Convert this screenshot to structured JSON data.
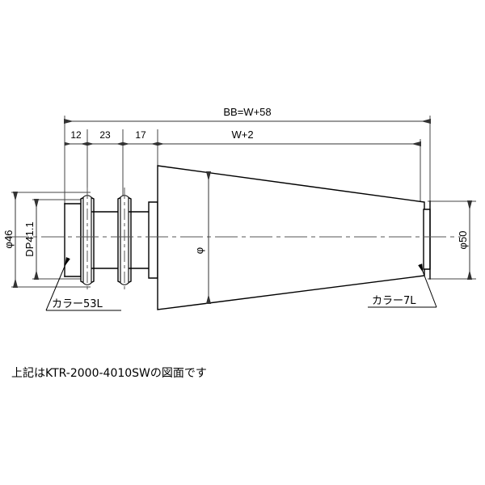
{
  "document": {
    "type": "technical-drawing",
    "title": "KTR-2000-4010SW taper roller drawing",
    "background_color": "#ffffff",
    "line_color": "#000000"
  },
  "dimensions": {
    "overall": {
      "label": "BB=W+58",
      "name": "overall-length-dimension"
    },
    "cone_length": {
      "label": "W+2",
      "name": "cone-length-dimension"
    },
    "seg_1": {
      "label": "12",
      "name": "segment-12-dimension"
    },
    "seg_2": {
      "label": "23",
      "name": "segment-23-dimension"
    },
    "seg_3": {
      "label": "17",
      "name": "segment-17-dimension"
    },
    "left_outer_dia": {
      "label": "φ46",
      "name": "left-outer-diameter"
    },
    "left_pitch_dia": {
      "label": "DP41.1",
      "name": "left-pitch-diameter"
    },
    "cone_large_dia": {
      "label": "φ",
      "name": "cone-large-diameter"
    },
    "right_dia": {
      "label": "φ50",
      "name": "right-diameter"
    }
  },
  "annotations": {
    "left_collar": {
      "label": "カラー53L",
      "name": "collar-53l-callout"
    },
    "right_collar": {
      "label": "カラー7L",
      "name": "collar-7l-callout"
    }
  },
  "caption": {
    "text": "上記はKTR-2000-4010SWの図面です",
    "name": "drawing-caption"
  }
}
